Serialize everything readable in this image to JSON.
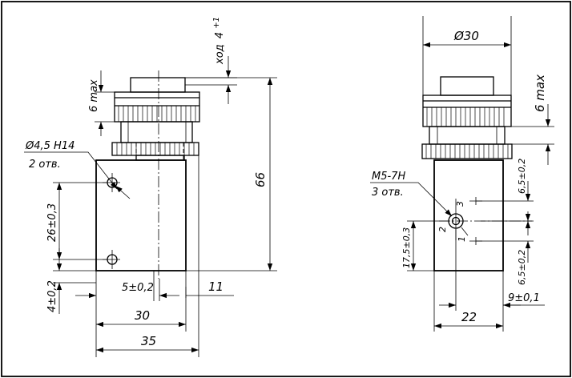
{
  "drawing": {
    "front": {
      "hole": "Ø4,5 H14",
      "hole_qty": "2 отв.",
      "stroke_label": "ход",
      "stroke_value": "4",
      "stroke_tol": "+1",
      "top_max": "6 max",
      "height": "66",
      "pitch": "26±0,3",
      "bottom_offset": "4±0,2",
      "hole_offset": "5±0,2",
      "stem_offset": "11",
      "body_width": "30",
      "base_width": "35"
    },
    "side": {
      "diameter": "Ø30",
      "top_max": "6 max",
      "thread": "M5-7H",
      "thread_qty": "3 отв.",
      "port_1": "1",
      "port_2": "2",
      "port_3": "3",
      "top_port_offset": "6,5±0,2",
      "bottom_port_offset": "6,5±0,2",
      "port_height": "17,5±0,3",
      "port_x": "9±0,1",
      "body_width": "22"
    }
  }
}
